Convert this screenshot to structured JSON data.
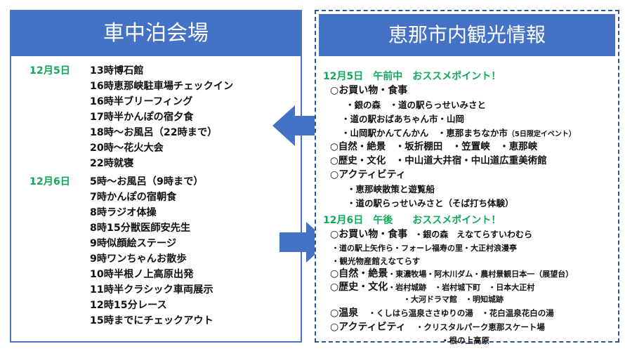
{
  "left": {
    "title": "車中泊会場",
    "days": [
      {
        "date": "12月5日",
        "items": [
          "13時博石館",
          "16時恵那峡駐車場チェックイン",
          "16時半ブリーフィング",
          "17時半かんぽの宿夕食",
          "18時～お風呂（22時まで）",
          "20時～花火大会",
          "22時就寝"
        ]
      },
      {
        "date": "12月6日",
        "items": [
          "5時～お風呂（9時まで）",
          "7時かんぽの宿朝食",
          "8時ラジオ体操",
          "8時15分獣医師安先生",
          "9時似顔絵ステージ",
          "9時ワンちゃんお散歩",
          "10時半根ノ上高原出発",
          "11時半クラシック車両展示",
          "12時15分レース",
          "15時までにチェックアウト"
        ]
      }
    ]
  },
  "right": {
    "title": "恵那市内観光情報",
    "am_header": "12月5日　午前中　おススメポイント！",
    "am": {
      "shop_h": "○お買い物・食事",
      "shop_1": "・銀の森　・道の駅らっせいみさと",
      "shop_2": "・道の駅おばあちゃん市・山岡",
      "shop_3a": "・山岡駅かんてんかん　・恵那まちなか市",
      "shop_3b": "（5日限定イベント）",
      "nature": "○自然・絶景　・坂折棚田　・笠置峡　・恵那峡",
      "history": "○歴史・文化　・中山道大井宿・中山道広重美術館",
      "activity_h": "○アクティビティ",
      "activity_1": "・恵那峡散策と遊覧船",
      "activity_2": "・道の駅らっせいみさと（そば打ち体験）"
    },
    "pm_header": "12月6日　午後　　おススメポイント！",
    "pm": {
      "shop_h": "○お買い物・食事",
      "shop_h2": "・銀の森　えなてらすいわむら",
      "shop_1": "・道の駅上矢作ら・フォーレ福寿の里・大正村浪漫亭",
      "shop_2": "・観光物産館えなてらす",
      "nature_h": "○自然・絶景",
      "nature_t": "・東濃牧場・阿木川ダム・農村景観日本一（展望台）",
      "history_h": "○歴史・文化",
      "history_t1": "・岩村城跡　・岩村城下町　・日本大正村",
      "history_t2": "・大河ドラマ館　・明知城跡",
      "onsen_h": "○温泉",
      "onsen_t": "・くしはら温泉ささゆりの湯　・花白温泉花白の湯",
      "activity_h": "○アクティビティ",
      "activity_t1": "・クリスタルパーク恵那スケート場",
      "activity_t2": "・根の上高原"
    }
  },
  "colors": {
    "header_blue": "#4472c4",
    "date_green": "#12a85c",
    "arrow_blue": "#4472c4"
  }
}
